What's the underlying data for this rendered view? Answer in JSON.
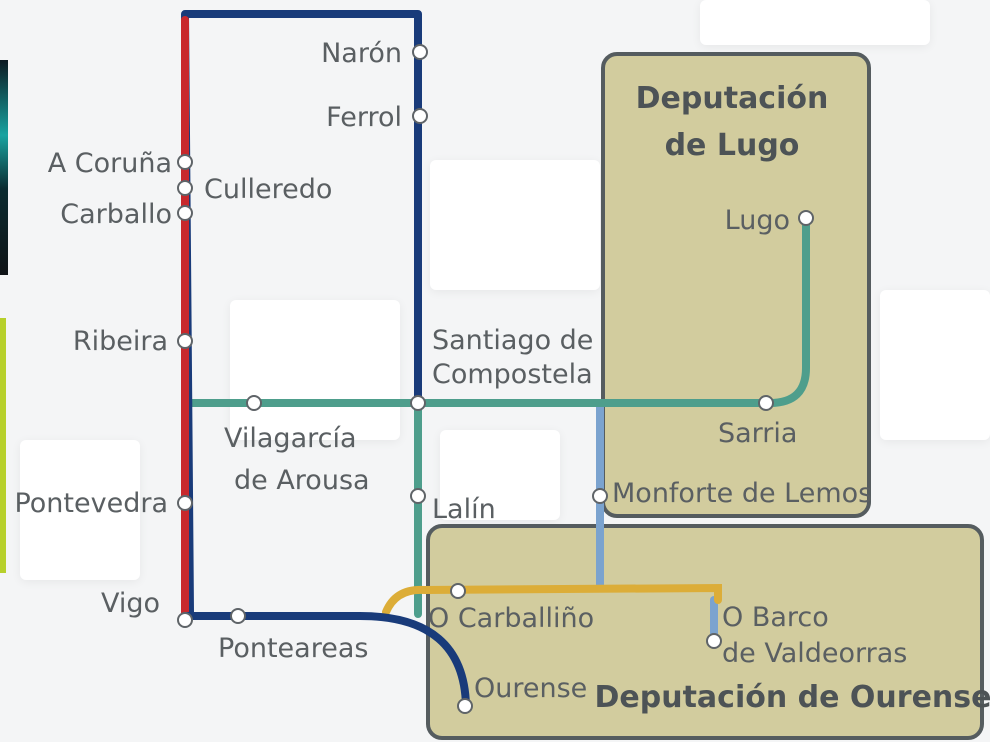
{
  "regions": {
    "lugo": {
      "line1": "Deputación",
      "line2": "de Lugo"
    },
    "ourense": {
      "label": "Deputación de Ourense"
    }
  },
  "colors": {
    "red_line": "#c8282c",
    "dark_blue_line": "#193b7a",
    "teal_line": "#4e9e8c",
    "light_blue_line": "#7ba3cf",
    "yellow_line": "#dcad38",
    "region_fill": "#d2cc9e",
    "region_border": "#555c5f"
  },
  "stations": {
    "naron": "Narón",
    "ferrol": "Ferrol",
    "a_coruna": "A Coruña",
    "culleredo": "Culleredo",
    "carballo": "Carballo",
    "ribeira": "Ribeira",
    "santiago_1": "Santiago de",
    "santiago_2": "Compostela",
    "vilagarcia_1": "Vilagarcía",
    "vilagarcia_2": "de Arousa",
    "sarria": "Sarria",
    "lugo": "Lugo",
    "pontevedra": "Pontevedra",
    "lalin": "Lalín",
    "monforte": "Monforte de Lemos",
    "vigo": "Vigo",
    "ponteareas": "Ponteareas",
    "o_carballino": "O Carballiño",
    "o_barco_1": "O Barco",
    "o_barco_2": "de Valdeorras",
    "ourense": "Ourense"
  }
}
